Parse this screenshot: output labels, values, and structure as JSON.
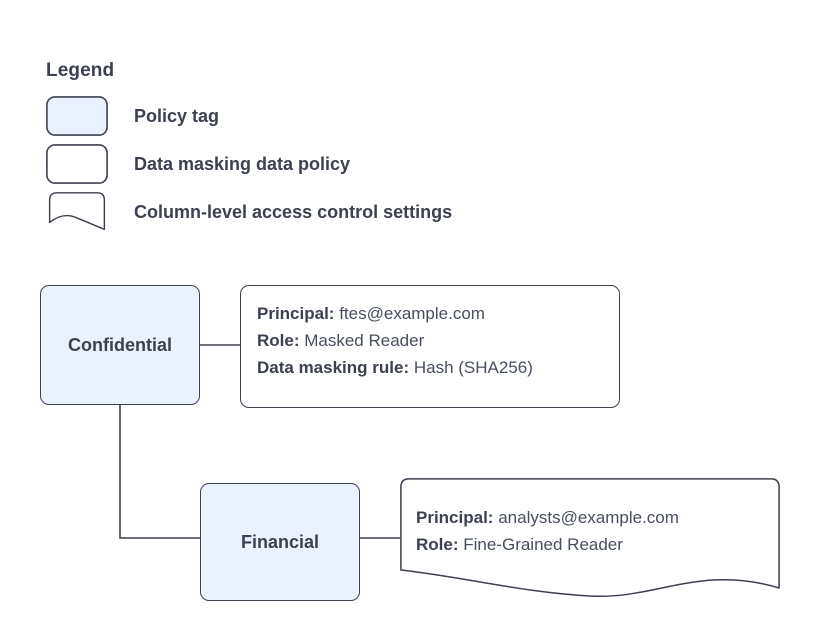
{
  "legend": {
    "title": "Legend",
    "items": [
      {
        "label": "Policy tag",
        "shape": "rounded-rect-filled",
        "fill": "#eaf2fd"
      },
      {
        "label": "Data masking data policy",
        "shape": "rounded-rect",
        "fill": "#ffffff"
      },
      {
        "label": "Column-level access control settings",
        "shape": "document-wavy",
        "fill": "#ffffff"
      }
    ]
  },
  "diagram": {
    "nodes": [
      {
        "id": "confidential",
        "label": "Confidential",
        "type": "policy-tag"
      },
      {
        "id": "financial",
        "label": "Financial",
        "type": "policy-tag"
      }
    ],
    "masking_policy": {
      "lines": [
        {
          "key": "Principal:",
          "value": "ftes@example.com"
        },
        {
          "key": "Role:",
          "value": "Masked Reader"
        },
        {
          "key": "Data masking rule:",
          "value": "Hash (SHA256)"
        }
      ]
    },
    "access_control": {
      "lines": [
        {
          "key": "Principal:",
          "value": "analysts@example.com"
        },
        {
          "key": "Role:",
          "value": "Fine-Grained Reader"
        }
      ]
    }
  },
  "colors": {
    "stroke": "#3b414f",
    "tag_fill": "#eaf2fd",
    "text": "#3b414f",
    "value_text": "#474f5e",
    "background": "#ffffff"
  }
}
